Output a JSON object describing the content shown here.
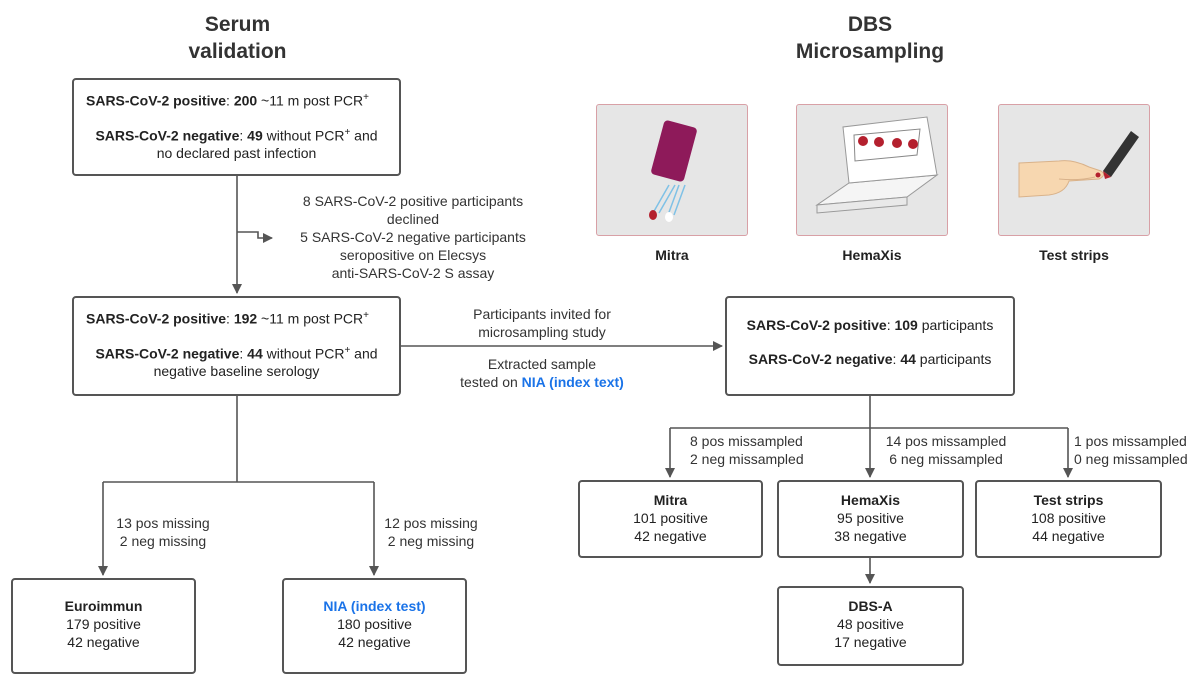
{
  "headings": {
    "serum": [
      "Serum",
      "validation"
    ],
    "dbs": [
      "DBS",
      "Microsampling"
    ]
  },
  "box_initial": {
    "pos_label": "SARS-CoV-2 positive",
    "pos_count": "200",
    "pos_detail": " ~11 m post PCR",
    "neg_label": "SARS-CoV-2 negative",
    "neg_count": "49",
    "neg_detail": " without PCR",
    "neg_detail2": " and no declared past infection",
    "sup": "+"
  },
  "exclusion_note": {
    "line1": "8 SARS-CoV-2 positive participants",
    "line2": "declined",
    "line3": "5 SARS-CoV-2 negative participants",
    "line4": "seropositive on Elecsys",
    "line5": "anti-SARS-CoV-2 S assay"
  },
  "box_validated": {
    "pos_label": "SARS-CoV-2 positive",
    "pos_count": "192",
    "pos_detail": " ~11 m post PCR",
    "neg_label": "SARS-CoV-2 negative",
    "neg_count": "44",
    "neg_detail": " without PCR",
    "neg_detail2": " and negative baseline serology",
    "sup": "+"
  },
  "invite_note": {
    "line1": "Participants invited for",
    "line2": "microsampling study",
    "line3": "Extracted sample",
    "line4_prefix": "tested on ",
    "line4_highlight": "NIA (index text)"
  },
  "box_micro": {
    "pos_label": "SARS-CoV-2 positive",
    "pos_count": "109",
    "pos_detail": " participants",
    "neg_label": "SARS-CoV-2 negative",
    "neg_count": "44",
    "neg_detail": " participants"
  },
  "devices": [
    {
      "caption": "Mitra"
    },
    {
      "caption": "HemaXis"
    },
    {
      "caption": "Test strips"
    }
  ],
  "serum_missing": [
    {
      "line1": "13 pos missing",
      "line2": "2 neg missing"
    },
    {
      "line1": "12 pos missing",
      "line2": "2 neg missing"
    }
  ],
  "serum_results": [
    {
      "title": "Euroimmun",
      "pos": "179 positive",
      "neg": "42 negative"
    },
    {
      "title": "NIA (index test)",
      "pos": "180 positive",
      "neg": "42 negative"
    }
  ],
  "dbs_missampled": [
    {
      "line1": "8 pos missampled",
      "line2": "2 neg missampled"
    },
    {
      "line1": "14 pos missampled",
      "line2": "6 neg missampled"
    },
    {
      "line1": "1 pos missampled",
      "line2": "0 neg missampled"
    }
  ],
  "dbs_results": [
    {
      "title": "Mitra",
      "pos": "101 positive",
      "neg": "42 negative"
    },
    {
      "title": "HemaXis",
      "pos": "95 positive",
      "neg": "38 negative"
    },
    {
      "title": "Test strips",
      "pos": "108 positive",
      "neg": "44 negative"
    }
  ],
  "dbs_a": {
    "title": "DBS-A",
    "pos": "48 positive",
    "neg": "17 negative"
  },
  "colors": {
    "line": "#555555",
    "highlight": "#1a73e8",
    "sample": "#b4202e",
    "device": "#8e1a5a"
  }
}
